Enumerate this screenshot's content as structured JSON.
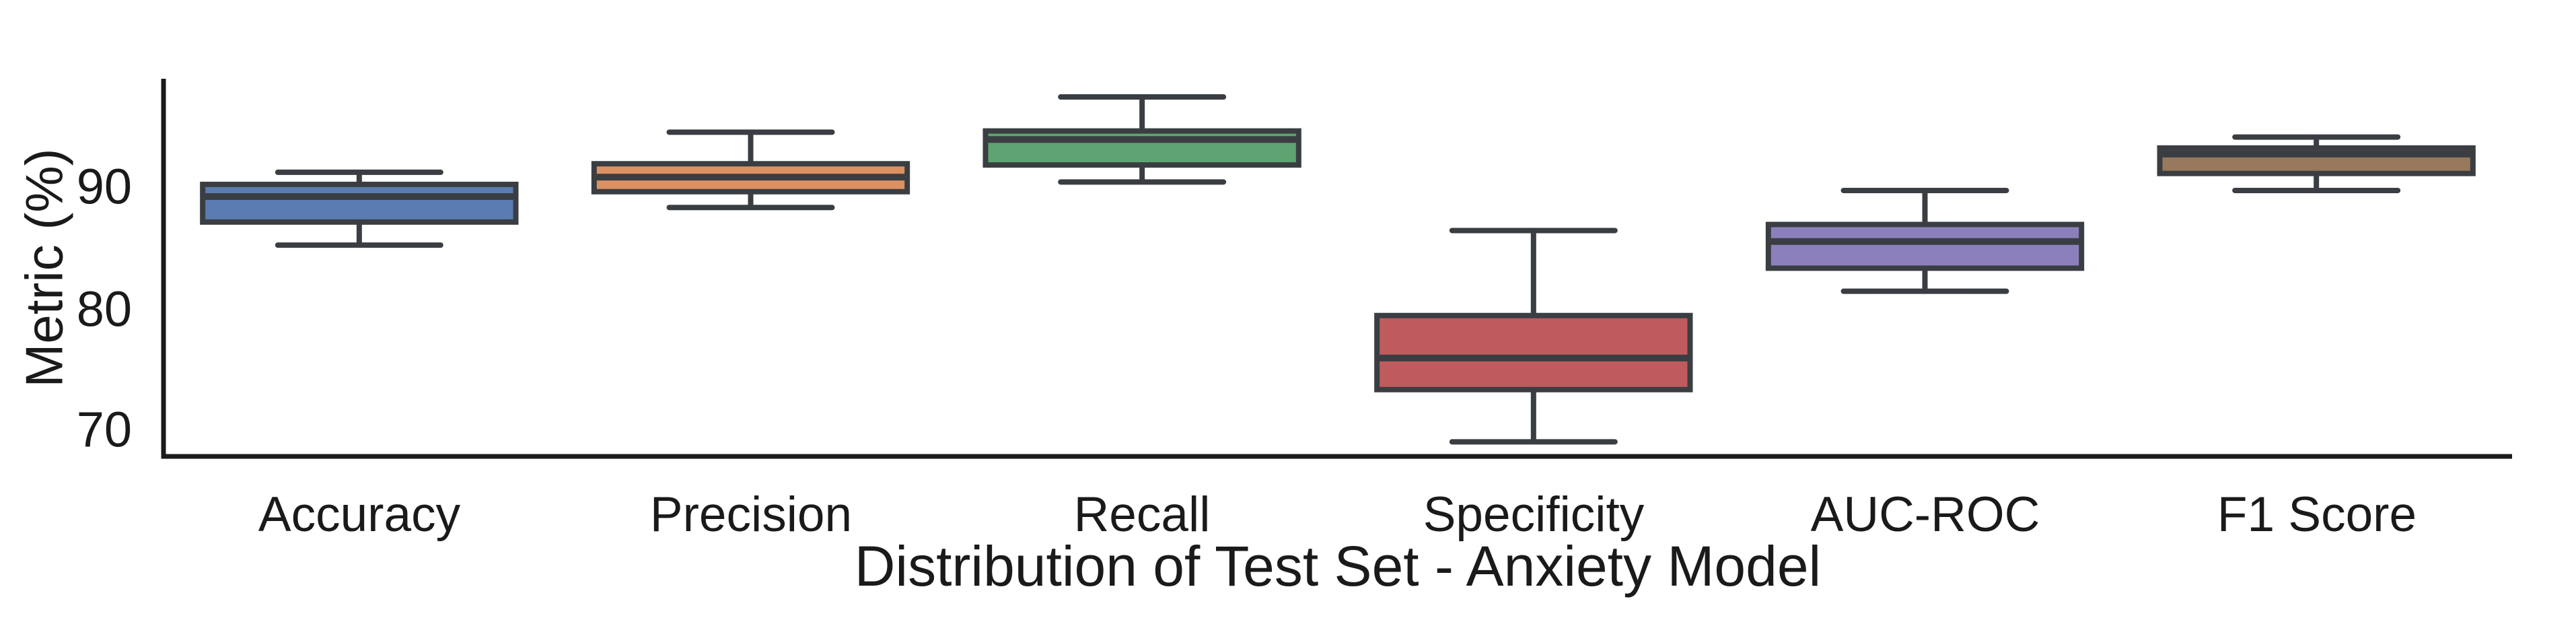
{
  "chart_data": {
    "type": "box",
    "xlabel": "Distribution of Test Set - Anxiety Model",
    "ylabel": "Metric (%)",
    "ylim": [
      67.8,
      98.9
    ],
    "grid": false,
    "legend": "none",
    "yticks": [
      {
        "value": 90,
        "label": "90"
      },
      {
        "value": 80,
        "label": "80"
      },
      {
        "value": 70,
        "label": "70"
      }
    ],
    "categories": [
      "Accuracy",
      "Precision",
      "Recall",
      "Specificity",
      "AUC-ROC",
      "F1 Score"
    ],
    "series": [
      {
        "name": "Accuracy",
        "color": "#5B7CB0",
        "whisker_low": 85.2,
        "q1": 87.1,
        "median": 89.2,
        "q3": 90.2,
        "whisker_high": 91.2
      },
      {
        "name": "Precision",
        "color": "#DC9163",
        "whisker_low": 88.3,
        "q1": 89.6,
        "median": 90.8,
        "q3": 91.9,
        "whisker_high": 94.5
      },
      {
        "name": "Recall",
        "color": "#60A372",
        "whisker_low": 90.4,
        "q1": 91.8,
        "median": 93.9,
        "q3": 94.6,
        "whisker_high": 97.4
      },
      {
        "name": "Specificity",
        "color": "#BF5B5E",
        "whisker_low": 69.0,
        "q1": 73.3,
        "median": 75.9,
        "q3": 79.4,
        "whisker_high": 86.4
      },
      {
        "name": "AUC-ROC",
        "color": "#8C80BC",
        "whisker_low": 81.4,
        "q1": 83.3,
        "median": 85.5,
        "q3": 86.9,
        "whisker_high": 89.7
      },
      {
        "name": "F1 Score",
        "color": "#97795D",
        "whisker_low": 89.7,
        "q1": 91.1,
        "median": 92.7,
        "q3": 93.2,
        "whisker_high": 94.1
      }
    ],
    "styles": {
      "box_line_color": "#3a3e42",
      "spine_color": "#1a1a1a",
      "text_color": "#1a1a1a"
    }
  }
}
